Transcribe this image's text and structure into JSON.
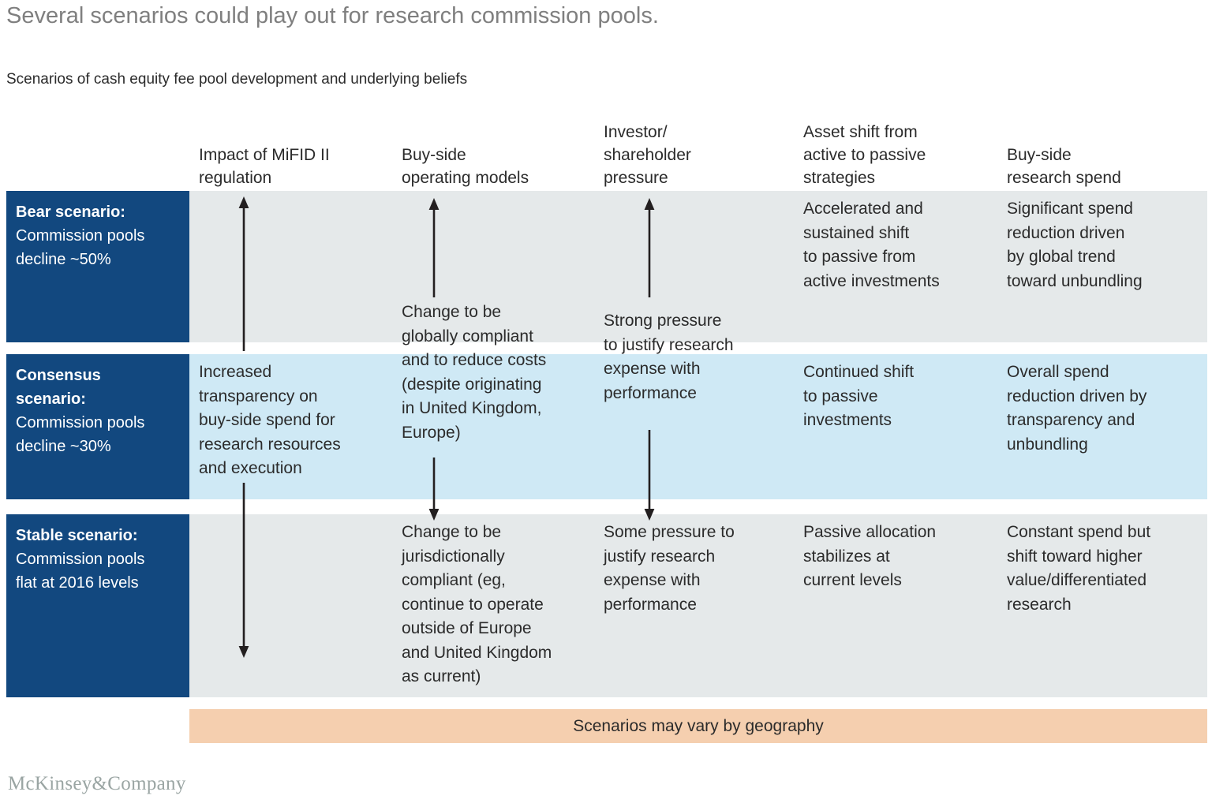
{
  "title": "Several scenarios could play out for research commission pools.",
  "subtitle": "Scenarios of cash equity fee pool development and underlying beliefs",
  "colors": {
    "row_label_blue": "#12487f",
    "band_gray": "#e5e9ea",
    "band_lightblue": "#cfe9f5",
    "banner_peach": "#f5cfaf",
    "title_gray": "#7f7f7f",
    "logo_gray": "#9aa5a3",
    "text": "#2b2b2b"
  },
  "columns": [
    {
      "key": "mifid",
      "label": "Impact of MiFID II\nregulation"
    },
    {
      "key": "buyside_models",
      "label": "Buy-side\noperating models"
    },
    {
      "key": "investor_pressure",
      "label": "Investor/\nshareholder\npressure"
    },
    {
      "key": "asset_shift",
      "label": "Asset shift from\nactive to passive\nstrategies"
    },
    {
      "key": "research_spend",
      "label": "Buy-side\nresearch spend"
    }
  ],
  "rows": [
    {
      "key": "bear",
      "title": "Bear scenario:",
      "subtitle": "Commission pools\ndecline ~50%",
      "band_color": "#e5e9ea",
      "cells": {
        "mifid": "",
        "buyside_models": "",
        "investor_pressure": "",
        "asset_shift": "Accelerated and\nsustained shift\nto passive from\nactive investments",
        "research_spend": "Significant spend\nreduction driven\nby global trend\ntoward unbundling"
      }
    },
    {
      "key": "consensus",
      "title": "Consensus\nscenario:",
      "subtitle": "Commission pools\ndecline ~30%",
      "band_color": "#cfe9f5",
      "cells": {
        "mifid": "Increased\ntransparency on\nbuy-side spend for\nresearch resources\nand execution",
        "buyside_models": "Change to be\nglobally compliant\nand to reduce costs\n(despite originating\nin United Kingdom,\nEurope)",
        "investor_pressure": "Strong pressure\nto justify research\nexpense with\nperformance",
        "asset_shift": "Continued shift\nto passive\ninvestments",
        "research_spend": "Overall spend\nreduction driven by\ntransparency and\nunbundling"
      }
    },
    {
      "key": "stable",
      "title": "Stable scenario:",
      "subtitle": "Commission pools\nflat at 2016 levels",
      "band_color": "#e5e9ea",
      "cells": {
        "mifid": "",
        "buyside_models": "Change to be\njurisdictionally\ncompliant (eg,\ncontinue to operate\noutside of Europe\nand United Kingdom\nas current)",
        "investor_pressure": "Some pressure to\njustify research\nexpense with\nperformance",
        "asset_shift": "Passive allocation\nstabilizes at\ncurrent levels",
        "research_spend": "Constant spend but\nshift toward higher\nvalue/differentiated\nresearch"
      }
    }
  ],
  "arrows": [
    {
      "name": "arrow-up-mifid",
      "column": "mifid",
      "direction": "up"
    },
    {
      "name": "arrow-down-mifid",
      "column": "mifid",
      "direction": "down"
    },
    {
      "name": "arrow-up-buyside-models",
      "column": "buyside_models",
      "direction": "up"
    },
    {
      "name": "arrow-down-buyside-models",
      "column": "buyside_models",
      "direction": "down"
    },
    {
      "name": "arrow-up-investor-pressure",
      "column": "investor_pressure",
      "direction": "up"
    },
    {
      "name": "arrow-down-investor-pressure",
      "column": "investor_pressure",
      "direction": "down"
    }
  ],
  "footer_banner": "Scenarios may vary by geography",
  "logo": "McKinsey&Company"
}
